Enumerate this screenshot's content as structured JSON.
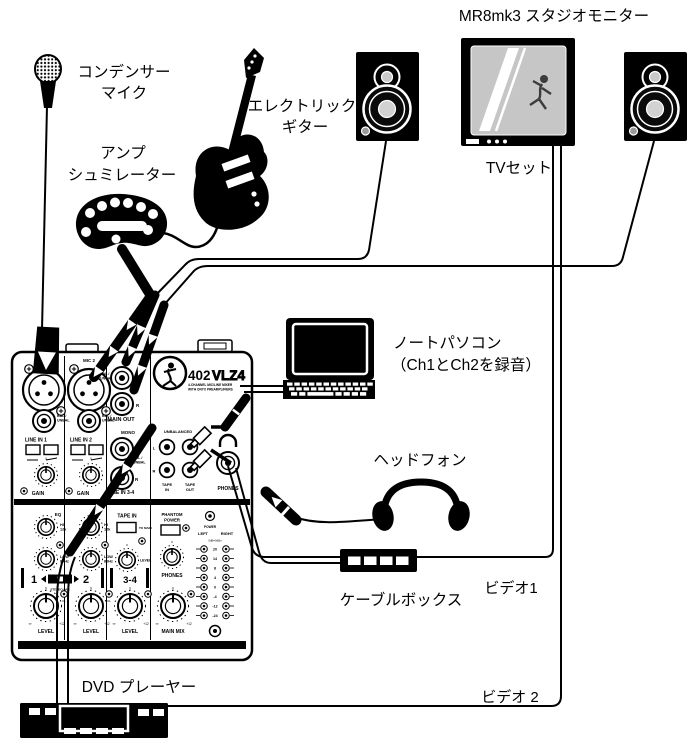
{
  "title": "MR8mk3 スタジオモニター",
  "labels": {
    "mic1": "コンデンサー",
    "mic2": "マイク",
    "amp1": "アンプ",
    "amp2": "シュミレーター",
    "guitar1": "エレクトリック",
    "guitar2": "ギター",
    "tv": "TVセット",
    "laptop1": "ノートパソコン",
    "laptop2": "（Ch1とCh2を録音）",
    "headphones": "ヘッドフォン",
    "cable_box": "ケーブルボックス",
    "video1": "ビデオ1",
    "video2": "ビデオ 2",
    "dvd": "DVD プレーヤー"
  },
  "mixer": {
    "model": "402",
    "series": "VLZ4",
    "sub1": "4-CHANNEL MIC/LINE MIXER",
    "sub2": "WITH ONYX PREAMPLIFIERS",
    "mic_1": "MIC 1",
    "mic_2": "MIC 2",
    "bal": "BAL /",
    "unbal": "UNBAL",
    "line_in_1": "LINE IN 1",
    "line_in_2": "LINE IN 2",
    "gain": "GAIN",
    "main_out": "MAIN OUT",
    "mono": "MONO",
    "l": "L",
    "r": "R",
    "line_in_34": "LINE IN 3-4",
    "unbalanced": "UNBALANCED",
    "tape": "TAPE",
    "in": "IN",
    "out": "OUT",
    "phones": "PHONES",
    "eq": "EQ",
    "hi": "HI",
    "hi_f": "12k",
    "low": "LOW",
    "low_f": "80Hz",
    "ch1": "1",
    "ch2": "2",
    "ch34": "3-4",
    "stereo_pan": "STEREO PAN",
    "tape_in": "TAPE IN",
    "to_main": "TO MAIN",
    "level": "LEVEL",
    "phantom": "PHANTOM",
    "power": "POWER",
    "main_mix": "MAIN MIX",
    "left": "LEFT",
    "right": "RIGHT",
    "db": "0dB=0dBu",
    "u": "U",
    "ol": "OL",
    "inf": "∞",
    "p12": "+12",
    "meter": [
      "20",
      "14",
      "8",
      "4",
      "0",
      "-4",
      "-12",
      "-24"
    ]
  },
  "colors": {
    "ink": "#000000",
    "tv_screen": "#c6c6c6"
  }
}
